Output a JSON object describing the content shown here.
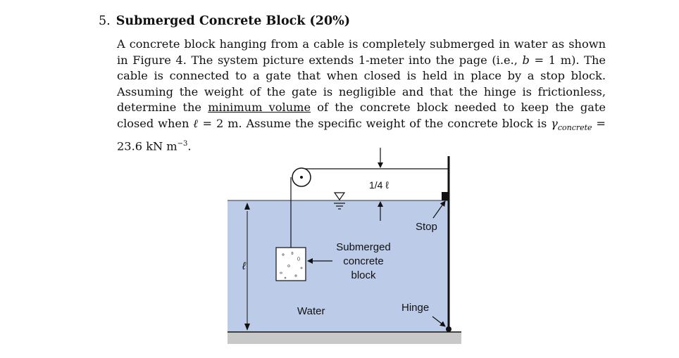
{
  "problem": {
    "number": "5.",
    "title": "Submerged Concrete Block (20%)",
    "text": {
      "p1": "A concrete block hanging from a cable is completely submerged in water as shown in Figure 4. The system picture extends 1-meter into the page (i.e., ",
      "b_var": "b",
      "p2": " = 1 m). The cable is connected to a gate that when closed is held in place by a stop block. Assuming the weight of the gate is negligible and that the hinge is frictionless, determine the ",
      "underlined": "minimum volume",
      "p3": " of the concrete block needed to keep the gate closed when ",
      "l_var": "ℓ",
      "p4": " = 2 m. Assume the specific weight of the concrete block is ",
      "gamma": "γ",
      "gamma_sub": "concrete",
      "p5": " = 23.6 kN m",
      "exp": "−3",
      "p6": "."
    }
  },
  "figure": {
    "label_quarter": "1/4 ℓ",
    "label_length": "ℓ",
    "label_stop": "Stop",
    "label_block_1": "Submerged",
    "label_block_2": "concrete",
    "label_block_3": "block",
    "label_water": "Water",
    "label_hinge": "Hinge",
    "colors": {
      "water": "#bccbe8",
      "ground": "#c8c8c8",
      "line": "#111111"
    }
  }
}
